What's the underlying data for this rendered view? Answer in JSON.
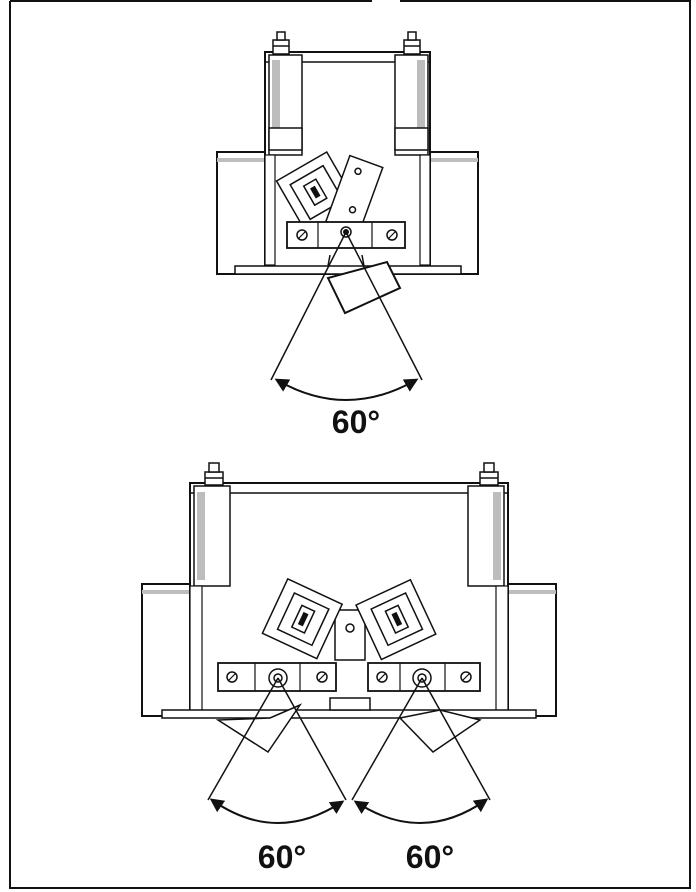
{
  "diagrams": {
    "single_unit": {
      "angle_label": "60°"
    },
    "dual_unit": {
      "left_angle_label": "60°",
      "right_angle_label": "60°"
    }
  },
  "colors": {
    "line": "#111111",
    "gray": "#bdbdbd",
    "paper": "#ffffff"
  }
}
